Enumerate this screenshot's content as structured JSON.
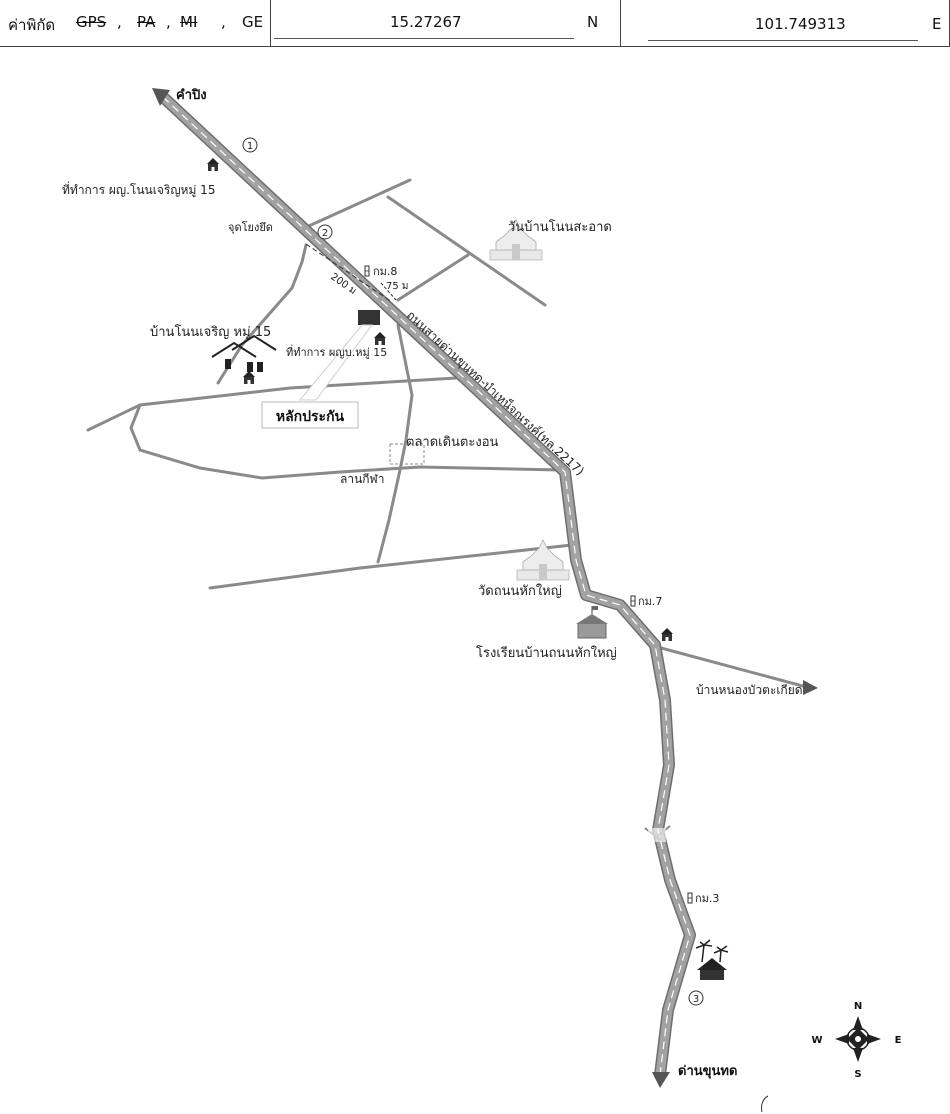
{
  "header": {
    "label": "ค่าพิกัด",
    "systems": [
      "GPS",
      "PA",
      "MI",
      "GE"
    ],
    "separator": ",",
    "lat_value": "15.27267",
    "lat_dir": "N",
    "lon_value": "101.749313",
    "lon_dir": "E"
  },
  "map": {
    "places": {
      "kham_ping": "คำปิง",
      "office_top": "ที่ทำการ ผญ.โนนเจริญหมู่ 15",
      "checkpoint": "จุดโยงยึด",
      "temple_nonsa_at": "วันบ้านโนนสะอาด",
      "km8": "กม.8",
      "dist_200": "200 ม",
      "dist_75": "75 ม",
      "village": "บ้านโนนเจริญ หมู่ 15",
      "office_mid": "ที่ทำการ ผญบ.หมู่ 15",
      "collateral": "หลักประกัน",
      "road_name": "ถนนสายด่านขุนทด-บำเหน็จณรงค์(ทล.2217)",
      "market": "ตลาดเดินตะงอน",
      "sports_field": "ลานกีฬา",
      "temple_thanon": "วัดถนนหักใหญ่",
      "km7": "กม.7",
      "school": "โรงเรียนบ้านถนนหักใหญ่",
      "nong_bua": "บ้านหนองบัวตะเกียด",
      "km3": "กม.3",
      "dan_khun_thot": "ด่านขุนทด"
    },
    "markers": [
      "1",
      "2",
      "3"
    ],
    "compass": {
      "n": "N",
      "s": "S",
      "e": "E",
      "w": "W"
    },
    "colors": {
      "road": "#9a9a9a",
      "road_edge": "#6e6e6e",
      "lane": "#ffffff",
      "line": "#8a8a8a",
      "parcel": "#333333"
    }
  }
}
